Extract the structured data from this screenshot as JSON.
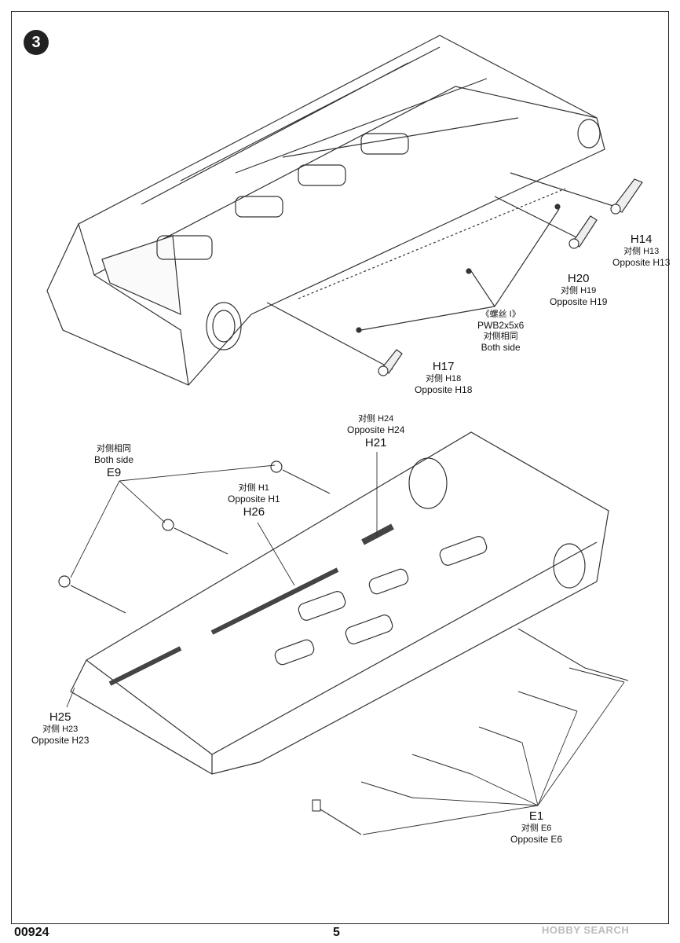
{
  "step": {
    "number": "3"
  },
  "upper_assembly": {
    "callouts": [
      {
        "code": "H14",
        "sub": "对侧 H13",
        "opposite": "Opposite H13"
      },
      {
        "code": "H20",
        "sub": "对侧 H19",
        "opposite": "Opposite H19"
      },
      {
        "code": "H17",
        "sub": "对侧 H18",
        "opposite": "Opposite H18"
      }
    ],
    "screw": {
      "cn": "《螺丝 I》",
      "spec": "PWB2x5x6",
      "side_cn": "对侧相同",
      "side": "Both side"
    }
  },
  "lower_assembly": {
    "callouts": [
      {
        "cn": "对侧相同",
        "side": "Both side",
        "code": "E9"
      },
      {
        "cn": "对侧 H1",
        "opposite": "Opposite H1",
        "code": "H26"
      },
      {
        "cn": "对侧 H24",
        "opposite": "Opposite H24",
        "code": "H21"
      },
      {
        "code": "H25",
        "cn": "对侧 H23",
        "opposite": "Opposite H23"
      },
      {
        "code": "E1",
        "cn": "对侧 E6",
        "opposite": "Opposite E6"
      }
    ]
  },
  "footer": {
    "product_code": "00924",
    "page_number": "5",
    "watermark": "HOBBY SEARCH"
  }
}
